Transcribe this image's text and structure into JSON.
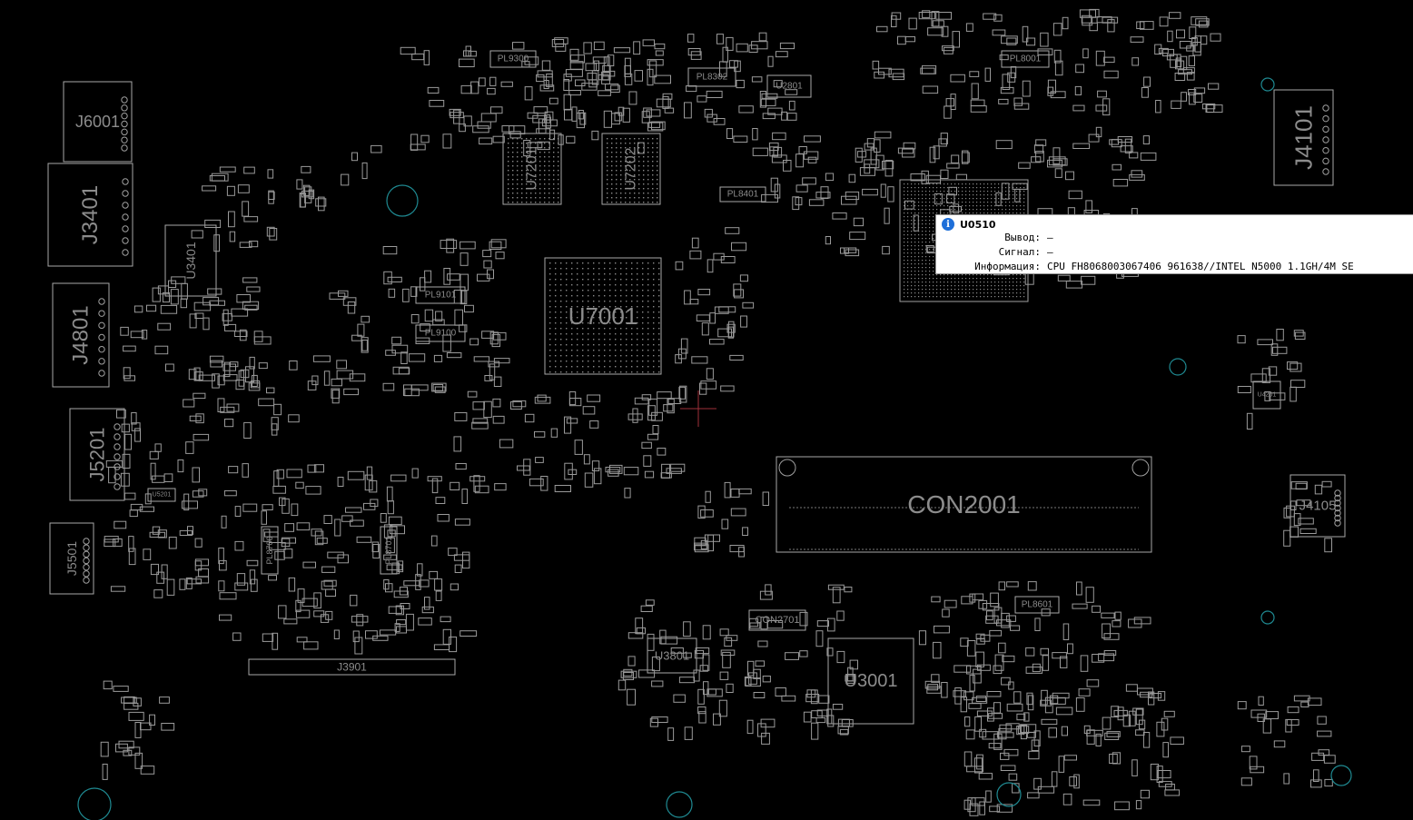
{
  "board": {
    "cursor": "crosshair",
    "components": [
      {
        "id": "J6001",
        "label": "J6001"
      },
      {
        "id": "J3401",
        "label": "J3401"
      },
      {
        "id": "U3401",
        "label": "U3401"
      },
      {
        "id": "J4801",
        "label": "J4801"
      },
      {
        "id": "J5201",
        "label": "J5201"
      },
      {
        "id": "J5501",
        "label": "J5501"
      },
      {
        "id": "U7201",
        "label": "U7201"
      },
      {
        "id": "U7202",
        "label": "U7202"
      },
      {
        "id": "U7001",
        "label": "U7001"
      },
      {
        "id": "PL9300",
        "label": "PL9300"
      },
      {
        "id": "PL8302",
        "label": "PL8302"
      },
      {
        "id": "U2801",
        "label": "U2801"
      },
      {
        "id": "PL8401",
        "label": "PL8401"
      },
      {
        "id": "PL9101",
        "label": "PL9101"
      },
      {
        "id": "PL9100",
        "label": "PL9100"
      },
      {
        "id": "J4101",
        "label": "J4101"
      },
      {
        "id": "J4105",
        "label": "J4105"
      },
      {
        "id": "CON2001",
        "label": "CON2001"
      },
      {
        "id": "CON2701",
        "label": "CON2701"
      },
      {
        "id": "U3801",
        "label": "U3801"
      },
      {
        "id": "U3001",
        "label": "U3001"
      },
      {
        "id": "PL8601",
        "label": "PL8601"
      },
      {
        "id": "J3901",
        "label": "J3901"
      },
      {
        "id": "PL8700",
        "label": "PL8700"
      },
      {
        "id": "PL8701",
        "label": "PL8701"
      },
      {
        "id": "PL8001",
        "label": "PL8001"
      },
      {
        "id": "U5201",
        "label": "U5201"
      },
      {
        "id": "U4201",
        "label": "U4201"
      }
    ]
  },
  "tooltip": {
    "title": "U0510",
    "rows": [
      {
        "key": "Вывод:",
        "value": "—"
      },
      {
        "key": "Сигнал:",
        "value": "—"
      },
      {
        "key": "Информация:",
        "value": "CPU FH8068003067406 961638//INTEL N5000 1.1GH/4M SE"
      }
    ]
  }
}
